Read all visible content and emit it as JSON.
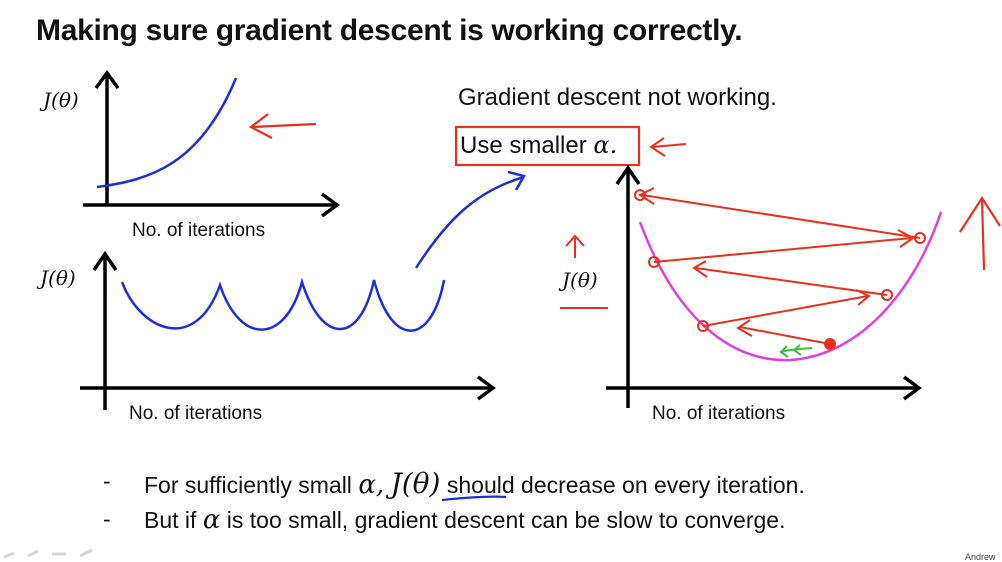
{
  "slide": {
    "title": "Making sure gradient descent is working correctly.",
    "note_line1": "Gradient descent not working.",
    "note_line2_prefix": "Use smaller",
    "note_line2_symbol": "α.",
    "plots": {
      "top_left": {
        "ylabel": "J(θ)",
        "xlabel": "No. of iterations"
      },
      "bottom_left": {
        "ylabel": "J(θ)",
        "xlabel": "No. of iterations"
      },
      "right": {
        "ylabel": "J(θ)",
        "xlabel": "No. of iterations"
      }
    },
    "bullets": [
      {
        "dash": "-",
        "prefix": "For sufficiently small",
        "alpha": "α,",
        "j": "J(θ)",
        "suffix": "should decrease on every iteration."
      },
      {
        "dash": "-",
        "prefix": "But if",
        "alpha": "α",
        "suffix": "is too small, gradient descent can be slow to converge."
      }
    ],
    "corner_text": "Andrew",
    "colors": {
      "text": "#111111",
      "blue_ink": "#1a2fd6",
      "red_ink": "#e8301c",
      "magenta_curve": "#e040e0",
      "green_ink": "#3cbf3c"
    }
  }
}
